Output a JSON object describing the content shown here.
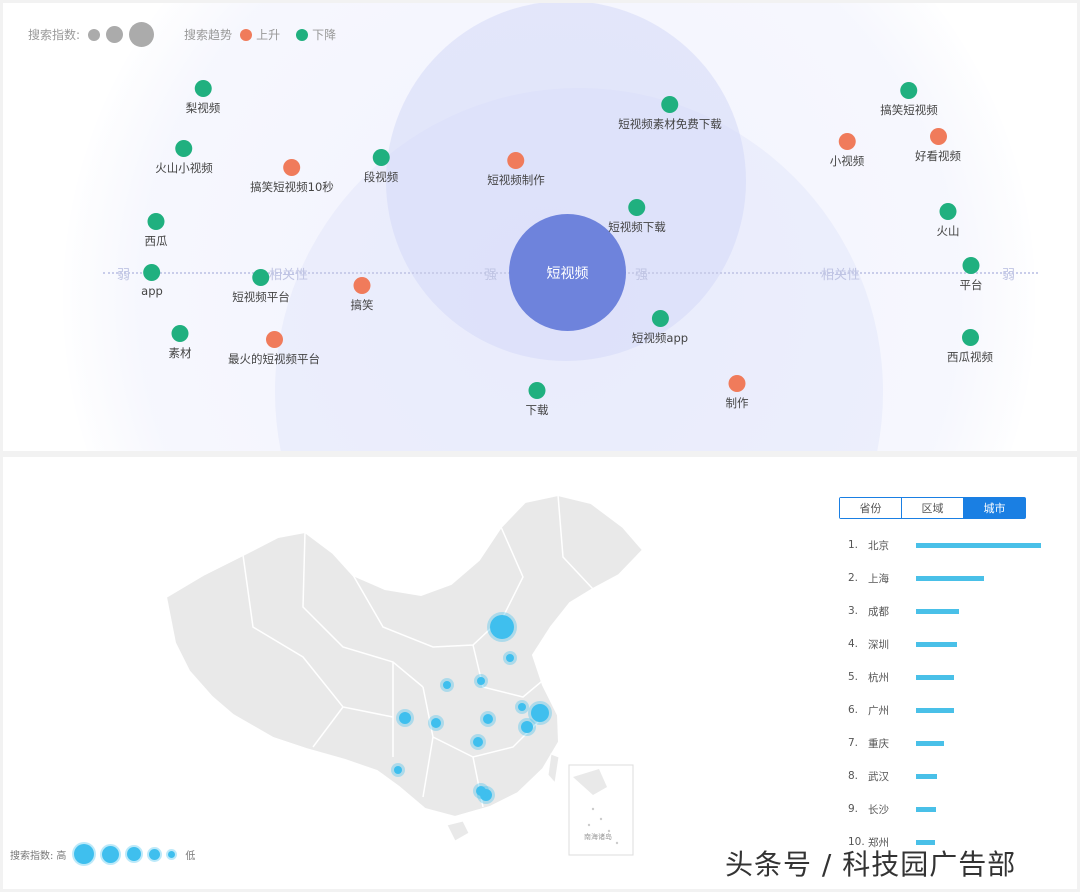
{
  "top": {
    "legend": {
      "index_label": "搜索指数:",
      "trend_label": "搜索趋势",
      "up": "上升",
      "down": "下降"
    },
    "center": "短视频",
    "axis_labels": {
      "weak_left": "弱",
      "relevance_left": "相关性",
      "strong_left": "强",
      "strong_right": "强",
      "relevance_right": "相关性",
      "weak_right": "弱"
    },
    "colors": {
      "up": "#f07b5b",
      "down": "#20b07f",
      "center": "#6e83dc"
    },
    "nodes": [
      {
        "label": "梨视频",
        "trend": "down"
      },
      {
        "label": "火山小视频",
        "trend": "down"
      },
      {
        "label": "西瓜",
        "trend": "down"
      },
      {
        "label": "app",
        "trend": "down"
      },
      {
        "label": "素材",
        "trend": "down"
      },
      {
        "label": "搞笑短视频10秒",
        "trend": "up"
      },
      {
        "label": "段视频",
        "trend": "down"
      },
      {
        "label": "短视频平台",
        "trend": "down"
      },
      {
        "label": "最火的短视频平台",
        "trend": "up"
      },
      {
        "label": "搞笑",
        "trend": "up"
      },
      {
        "label": "短视频制作",
        "trend": "up"
      },
      {
        "label": "短视频素材免费下载",
        "trend": "down"
      },
      {
        "label": "短视频下载",
        "trend": "down"
      },
      {
        "label": "短视频app",
        "trend": "down"
      },
      {
        "label": "下载",
        "trend": "down"
      },
      {
        "label": "制作",
        "trend": "up"
      },
      {
        "label": "小视频",
        "trend": "up"
      },
      {
        "label": "搞笑短视频",
        "trend": "down"
      },
      {
        "label": "好看视频",
        "trend": "up"
      },
      {
        "label": "火山",
        "trend": "down"
      },
      {
        "label": "平台",
        "trend": "down"
      },
      {
        "label": "西瓜视频",
        "trend": "down"
      }
    ]
  },
  "bottom": {
    "tabs": [
      {
        "label": "省份",
        "active": false
      },
      {
        "label": "区域",
        "active": false
      },
      {
        "label": "城市",
        "active": true
      }
    ],
    "ranking": [
      {
        "rank": "1.",
        "city": "北京",
        "value": 100
      },
      {
        "rank": "2.",
        "city": "上海",
        "value": 54
      },
      {
        "rank": "3.",
        "city": "成都",
        "value": 34
      },
      {
        "rank": "4.",
        "city": "深圳",
        "value": 33
      },
      {
        "rank": "5.",
        "city": "杭州",
        "value": 30
      },
      {
        "rank": "6.",
        "city": "广州",
        "value": 30
      },
      {
        "rank": "7.",
        "city": "重庆",
        "value": 22
      },
      {
        "rank": "8.",
        "city": "武汉",
        "value": 17
      },
      {
        "rank": "9.",
        "city": "长沙",
        "value": 16
      },
      {
        "rank": "10.",
        "city": "郑州",
        "value": 15
      }
    ],
    "map_inset_label": "南海诸岛",
    "legend": {
      "label": "搜索指数:",
      "high": "高",
      "low": "低"
    },
    "bubble_color": "#3fbfee",
    "bar_color": "#49c0e8"
  },
  "watermark": "头条号 / 科技园广告部"
}
